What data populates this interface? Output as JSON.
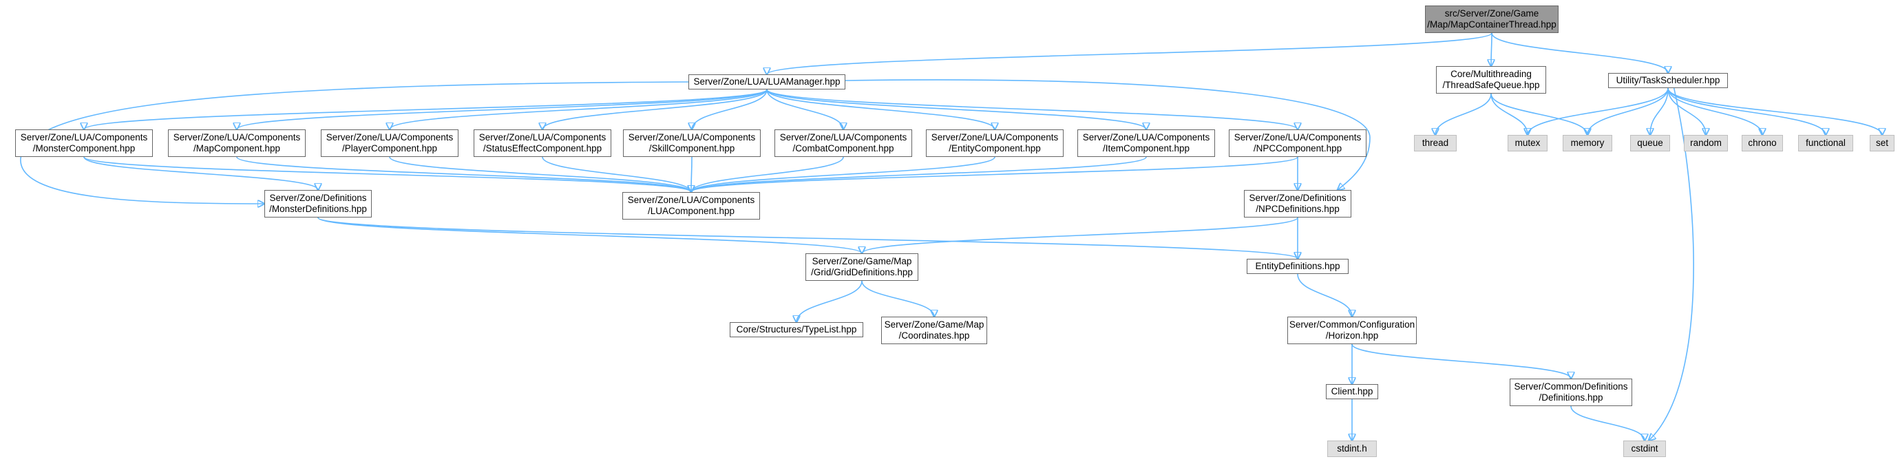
{
  "nodes": {
    "root": [
      "src/Server/Zone/Game",
      "/Map/MapContainerThread.hpp"
    ],
    "lua_manager": [
      "Server/Zone/LUA/LUAManager.hpp"
    ],
    "thread_safe_queue": [
      "Core/Multithreading",
      "/ThreadSafeQueue.hpp"
    ],
    "task_scheduler": [
      "Utility/TaskScheduler.hpp"
    ],
    "monster_component": [
      "Server/Zone/LUA/Components",
      "/MonsterComponent.hpp"
    ],
    "map_component": [
      "Server/Zone/LUA/Components",
      "/MapComponent.hpp"
    ],
    "player_component": [
      "Server/Zone/LUA/Components",
      "/PlayerComponent.hpp"
    ],
    "status_effect_component": [
      "Server/Zone/LUA/Components",
      "/StatusEffectComponent.hpp"
    ],
    "skill_component": [
      "Server/Zone/LUA/Components",
      "/SkillComponent.hpp"
    ],
    "combat_component": [
      "Server/Zone/LUA/Components",
      "/CombatComponent.hpp"
    ],
    "entity_component": [
      "Server/Zone/LUA/Components",
      "/EntityComponent.hpp"
    ],
    "item_component": [
      "Server/Zone/LUA/Components",
      "/ItemComponent.hpp"
    ],
    "npc_component": [
      "Server/Zone/LUA/Components",
      "/NPCComponent.hpp"
    ],
    "lua_component": [
      "Server/Zone/LUA/Components",
      "/LUAComponent.hpp"
    ],
    "monster_definitions": [
      "Server/Zone/Definitions",
      "/MonsterDefinitions.hpp"
    ],
    "npc_definitions": [
      "Server/Zone/Definitions",
      "/NPCDefinitions.hpp"
    ],
    "grid_definitions": [
      "Server/Zone/Game/Map",
      "/Grid/GridDefinitions.hpp"
    ],
    "entity_definitions": [
      "EntityDefinitions.hpp"
    ],
    "type_list": [
      "Core/Structures/TypeList.hpp"
    ],
    "coordinates": [
      "Server/Zone/Game/Map",
      "/Coordinates.hpp"
    ],
    "horizon": [
      "Server/Common/Configuration",
      "/Horizon.hpp"
    ],
    "client": [
      "Client.hpp"
    ],
    "common_definitions": [
      "Server/Common/Definitions",
      "/Definitions.hpp"
    ],
    "stdint_h": [
      "stdint.h"
    ],
    "cstdint": [
      "cstdint"
    ],
    "thread": [
      "thread"
    ],
    "mutex": [
      "mutex"
    ],
    "memory": [
      "memory"
    ],
    "queue": [
      "queue"
    ],
    "random": [
      "random"
    ],
    "chrono": [
      "chrono"
    ],
    "functional": [
      "functional"
    ],
    "set": [
      "set"
    ]
  },
  "edges": [
    [
      "root",
      "lua_manager"
    ],
    [
      "root",
      "thread_safe_queue"
    ],
    [
      "root",
      "task_scheduler"
    ],
    [
      "lua_manager",
      "monster_component"
    ],
    [
      "lua_manager",
      "map_component"
    ],
    [
      "lua_manager",
      "player_component"
    ],
    [
      "lua_manager",
      "status_effect_component"
    ],
    [
      "lua_manager",
      "skill_component"
    ],
    [
      "lua_manager",
      "combat_component"
    ],
    [
      "lua_manager",
      "entity_component"
    ],
    [
      "lua_manager",
      "item_component"
    ],
    [
      "lua_manager",
      "npc_component"
    ],
    [
      "lua_manager",
      "monster_definitions"
    ],
    [
      "lua_manager",
      "npc_definitions"
    ],
    [
      "monster_component",
      "lua_component"
    ],
    [
      "monster_component",
      "monster_definitions"
    ],
    [
      "map_component",
      "lua_component"
    ],
    [
      "player_component",
      "lua_component"
    ],
    [
      "status_effect_component",
      "lua_component"
    ],
    [
      "skill_component",
      "lua_component"
    ],
    [
      "combat_component",
      "lua_component"
    ],
    [
      "entity_component",
      "lua_component"
    ],
    [
      "item_component",
      "lua_component"
    ],
    [
      "npc_component",
      "lua_component"
    ],
    [
      "npc_component",
      "npc_definitions"
    ],
    [
      "monster_definitions",
      "grid_definitions"
    ],
    [
      "monster_definitions",
      "entity_definitions"
    ],
    [
      "npc_definitions",
      "grid_definitions"
    ],
    [
      "npc_definitions",
      "entity_definitions"
    ],
    [
      "grid_definitions",
      "type_list"
    ],
    [
      "grid_definitions",
      "coordinates"
    ],
    [
      "entity_definitions",
      "horizon"
    ],
    [
      "horizon",
      "client"
    ],
    [
      "horizon",
      "common_definitions"
    ],
    [
      "client",
      "stdint_h"
    ],
    [
      "common_definitions",
      "cstdint"
    ],
    [
      "thread_safe_queue",
      "thread"
    ],
    [
      "thread_safe_queue",
      "mutex"
    ],
    [
      "thread_safe_queue",
      "memory"
    ],
    [
      "task_scheduler",
      "mutex"
    ],
    [
      "task_scheduler",
      "memory"
    ],
    [
      "task_scheduler",
      "queue"
    ],
    [
      "task_scheduler",
      "random"
    ],
    [
      "task_scheduler",
      "chrono"
    ],
    [
      "task_scheduler",
      "functional"
    ],
    [
      "task_scheduler",
      "set"
    ],
    [
      "task_scheduler",
      "cstdint"
    ]
  ],
  "colors": {
    "edge": "#63b8ff",
    "node_border": "#666666",
    "external_fill": "#e0e0e0",
    "root_fill": "#999999"
  }
}
